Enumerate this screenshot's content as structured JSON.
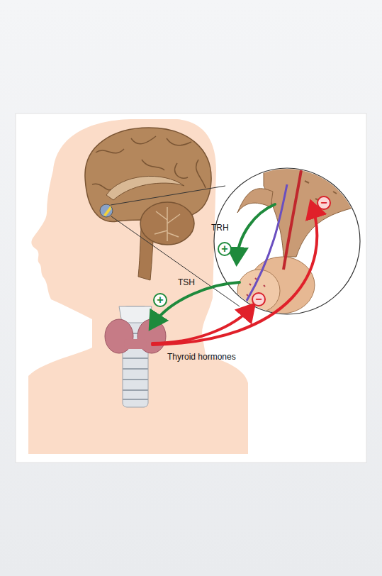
{
  "diagram": {
    "labels": [
      "TRH",
      "TSH",
      "Thyroid hormones",
      "+",
      "+",
      "−",
      "−"
    ]
  }
}
